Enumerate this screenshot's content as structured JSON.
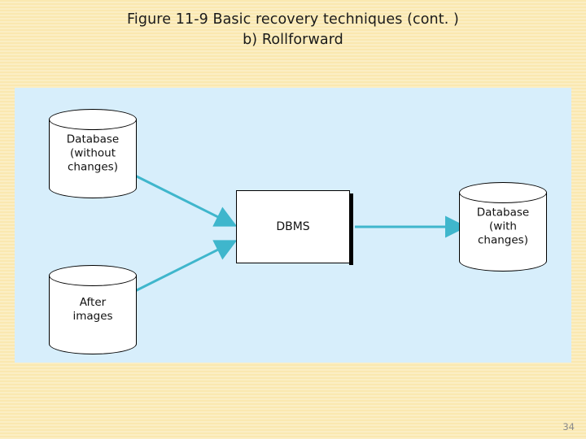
{
  "slide": {
    "title_line1": "Figure 11-9 Basic recovery techniques (cont. )",
    "title_line2": "b) Rollforward",
    "page_number": "34",
    "background_color": "#fae8b0",
    "panel_color": "#d7eefb",
    "arrow_color": "#3fb6cc"
  },
  "diagram": {
    "type": "flow",
    "nodes": [
      {
        "id": "db-without-changes",
        "shape": "cylinder",
        "label_lines": [
          "Database",
          "(without",
          "changes)"
        ]
      },
      {
        "id": "after-images",
        "shape": "cylinder",
        "label_lines": [
          "After",
          "images"
        ]
      },
      {
        "id": "dbms",
        "shape": "rectangle",
        "label": "DBMS"
      },
      {
        "id": "db-with-changes",
        "shape": "cylinder",
        "label_lines": [
          "Database",
          "(with",
          "changes)"
        ]
      }
    ],
    "edges": [
      {
        "from": "db-without-changes",
        "to": "dbms"
      },
      {
        "from": "after-images",
        "to": "dbms"
      },
      {
        "from": "dbms",
        "to": "db-with-changes"
      }
    ]
  }
}
